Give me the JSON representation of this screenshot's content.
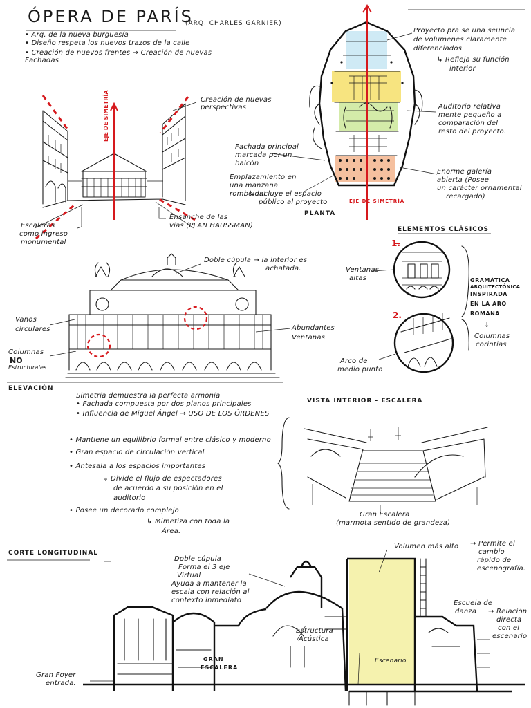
{
  "title": "ÓPERA DE PARÍS",
  "architect": "(ARQ. CHARLES GARNIER)",
  "intro": [
    "• Arq. de la nueva burguesía",
    "• Diseño respeta los nuevos trazos de la calle",
    "• Creación de nuevos frentes → Creación de nuevas Fachadas"
  ],
  "perspective": {
    "axis_label": "EJE DE SIMETRÍA",
    "new_perspectives": "Creación de nuevas perspectivas",
    "stairs_entry": [
      "Escaleras",
      "como ingreso",
      "monumental"
    ],
    "haussmann": [
      "Ensanche de las",
      "vías (PLAN HAUSSMAN)"
    ]
  },
  "plan": {
    "label": "PLANTA",
    "axis_label": "EJE DE SIMETRÍA",
    "note_volumes": [
      "Proyecto pra se una seuncia",
      "de volumenes claramente",
      "diferenciados"
    ],
    "note_function": [
      "↳ Refleja su función",
      "interior"
    ],
    "note_auditorium": [
      "Auditorio relativa",
      "mente pequeño a",
      "comparación del",
      "resto del proyecto."
    ],
    "note_facade": [
      "Fachada principal",
      "marcada por un",
      "balcón"
    ],
    "note_site": [
      "Emplazamiento en",
      "una manzana",
      "romboidal",
      "↳ Incluye el espacio",
      "público al proyecto"
    ],
    "note_gallery": [
      "Enorme galería",
      "abierta (Posee",
      "un carácter ornamental",
      "recargado)"
    ]
  },
  "classical": {
    "title": "ELEMENTOS CLÁSICOS",
    "n1": "1.",
    "n2": "2.",
    "high_windows": [
      "Ventanas",
      "altas"
    ],
    "arch": [
      "Arco de",
      "medio punto"
    ],
    "grammar": [
      "GRAMÁTICA",
      "ARQUITECTÓNICA",
      "INSPIRADA",
      "EN LA ARQ",
      "ROMANA"
    ],
    "columns": [
      "↓",
      "Columnas",
      "corintias"
    ]
  },
  "elevation": {
    "label": "ELEVACIÓN",
    "double_dome": [
      "Doble cúpula → la interior es",
      "achatada."
    ],
    "circular_openings": [
      "Vanos",
      "circulares"
    ],
    "columns_no": [
      "Columnas",
      "NO",
      "Estructurales"
    ],
    "windows": [
      "Abundantes",
      "Ventanas"
    ],
    "notes": [
      "Simetría demuestra la perfecta armonía",
      "• Fachada compuesta por dos planos principales",
      "• Influencia de Miguel Ángel → USO DE LOS ÓRDENES"
    ],
    "notes2": [
      "• Mantiene un equilibrio formal entre clásico y moderno",
      "• Gran espacio de circulación vertical",
      "• Antesala a los espacios importantes",
      "↳ Divide el flujo de espectadores",
      "de acuerdo a su posición en el",
      "auditorio",
      "• Posee un decorado complejo",
      "↳ Mimetiza con toda la",
      "Área."
    ]
  },
  "interior": {
    "title": "VISTA INTERIOR - ESCALERA",
    "caption": [
      "Gran Escalera",
      "(marmota sentido de grandeza)"
    ]
  },
  "section": {
    "title": "CORTE LONGITUDINAL",
    "dome": [
      "Doble cúpula",
      "Forma el 3 eje",
      "Virtual",
      "Ayuda a mantener la",
      "escala con relación al",
      "contexto inmediato"
    ],
    "volume": "Volumen más alto",
    "fly": [
      "→ Permite el",
      "cambio",
      "rápido de",
      "escenografía."
    ],
    "dance": [
      "Escuela de",
      "danza"
    ],
    "relation": [
      "→ Relación",
      "directa",
      "con el",
      "escenario"
    ],
    "acoustic": [
      "Estructura",
      "Acústica"
    ],
    "stage": "Escenario",
    "staircase": [
      "GRAN",
      "ESCALERA"
    ],
    "foyer": [
      "Gran Foyer",
      "entrada."
    ]
  }
}
